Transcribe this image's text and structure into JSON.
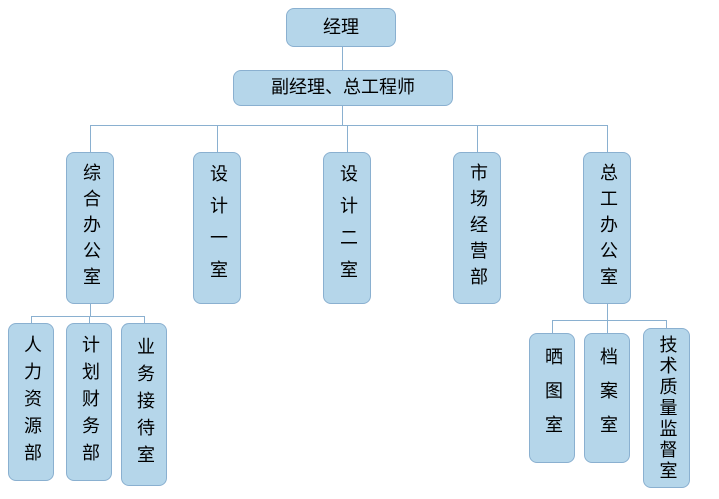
{
  "org_chart": {
    "root": "经理",
    "deputy": "副经理、总工程师",
    "departments": [
      "综合办公室",
      "设计一室",
      "设计二室",
      "市场经营部",
      "总工办公室"
    ],
    "general_office_children": [
      "人力资源部",
      "计划财务部",
      "业务接待室"
    ],
    "chief_office_children": [
      "晒图室",
      "档案室",
      "技术质量监督室"
    ]
  },
  "colors": {
    "box_fill": "#b5d6ea",
    "box_border": "#8ab0d0",
    "connector": "#8ab0d0",
    "text": "#000000",
    "page_background": "#ffffff"
  }
}
